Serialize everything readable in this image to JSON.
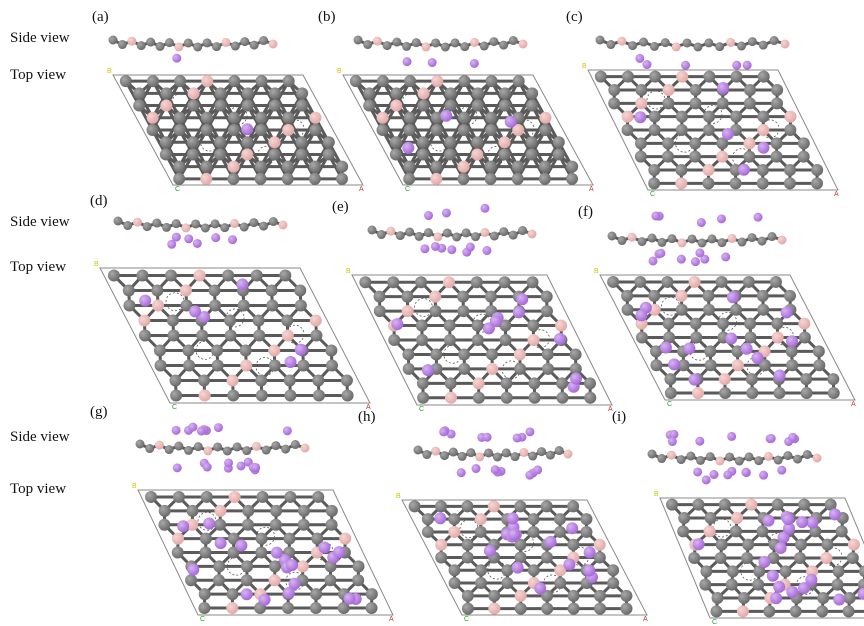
{
  "row_labels": {
    "side_view": "Side view",
    "top_view": "Top view"
  },
  "panels": [
    {
      "id": "a",
      "label": "(a)",
      "adsorbates_below": 1,
      "adsorbates_above": 0
    },
    {
      "id": "b",
      "label": "(b)",
      "adsorbates_below": 3,
      "adsorbates_above": 0
    },
    {
      "id": "c",
      "label": "(c)",
      "adsorbates_below": 5,
      "adsorbates_above": 0
    },
    {
      "id": "d",
      "label": "(d)",
      "adsorbates_below": 6,
      "adsorbates_above": 0
    },
    {
      "id": "e",
      "label": "(e)",
      "adsorbates_below": 7,
      "adsorbates_above": 3
    },
    {
      "id": "f",
      "label": "(f)",
      "adsorbates_below": 8,
      "adsorbates_above": 5
    },
    {
      "id": "g",
      "label": "(g)",
      "adsorbates_below": 10,
      "adsorbates_above": 8
    },
    {
      "id": "h",
      "label": "(h)",
      "adsorbates_below": 8,
      "adsorbates_above": 8
    },
    {
      "id": "i",
      "label": "(i)",
      "adsorbates_below": 9,
      "adsorbates_above": 10
    }
  ],
  "axis_labels": {
    "a": "A",
    "c": "C",
    "b": "B"
  },
  "colors": {
    "carbon": "#6b6b6b",
    "boron": "#e2aaa8",
    "adsorbate": "#a86ad8",
    "bond": "#5a5a5a",
    "cell": "#8a8a8a",
    "axis_a": "#d03030",
    "axis_c": "#2aa02a",
    "axis_b": "#c8c800"
  }
}
